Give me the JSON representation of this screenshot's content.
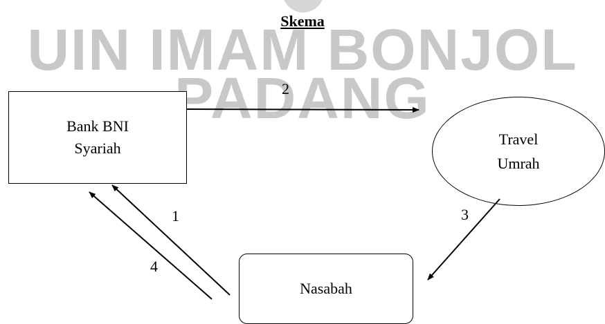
{
  "watermark": {
    "line1": "UIN IMAM BONJOL",
    "line2": "PADANG"
  },
  "title": "Skema",
  "nodes": {
    "bank": {
      "line1": "Bank BNI",
      "line2": "Syariah"
    },
    "travel": {
      "line1": "Travel",
      "line2": "Umrah"
    },
    "nasabah": {
      "line1": "Nasabah"
    }
  },
  "edges": [
    {
      "label": "1",
      "from": "nasabah",
      "to": "bank"
    },
    {
      "label": "2",
      "from": "bank",
      "to": "travel"
    },
    {
      "label": "3",
      "from": "travel",
      "to": "nasabah"
    },
    {
      "label": "4",
      "from": "nasabah",
      "to": "bank"
    }
  ]
}
